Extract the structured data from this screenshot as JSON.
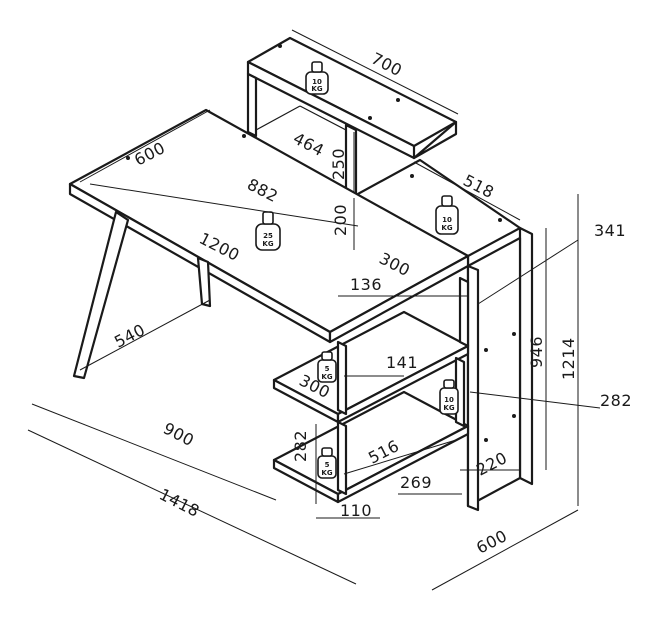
{
  "dimensions": {
    "top_shelf_width": "700",
    "top_shelf_depth": "464",
    "top_shelf_height": "250",
    "desk_depth": "600",
    "desk_top_length": "882",
    "upper_mid_height": "200",
    "unit_depth": "518",
    "upper_right_width": "300",
    "side_offset": "341",
    "desk_width": "1200",
    "shelf_gap": "136",
    "leg_spacing": "540",
    "unit_height": "946",
    "total_height": "1214",
    "shelf_depth_small": "141",
    "lower_shelf_width": "300",
    "side_shelf_height": "282",
    "right_offset": "282",
    "total_width_front": "900",
    "bottom_shelf_depth": "516",
    "bottom_right": "220",
    "bottom_shelf_span": "269",
    "overall_width": "1418",
    "base_height": "110",
    "base_depth": "600"
  },
  "weights": {
    "top_shelf": "10 KG",
    "desk_top": "25 KG",
    "upper_right": "10 KG",
    "middle_shelf": "5 KG",
    "lower_right": "10 KG",
    "bottom_shelf": "5 KG"
  }
}
